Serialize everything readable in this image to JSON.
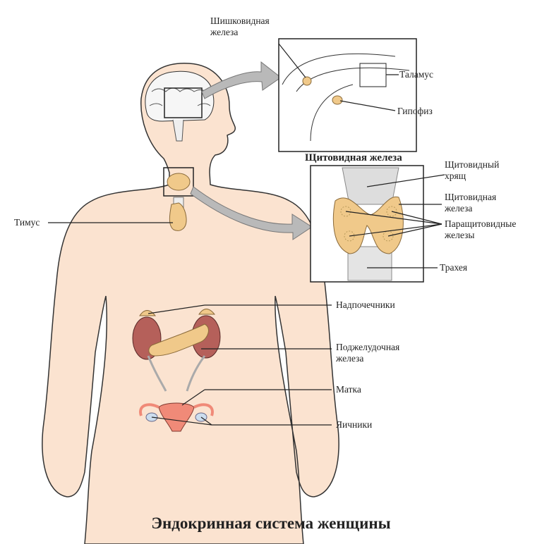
{
  "title": "Эндокринная система женщины",
  "labels": {
    "pineal": "Шишковидная железа",
    "pineal_l1": "Шишковидная",
    "pineal_l2": "железа",
    "thalamus": "Таламус",
    "pituitary": "Гипофиз",
    "thyroid_inset_title": "Щитовидная железа",
    "thyroid_cartilage_l1": "Щитовидный",
    "thyroid_cartilage_l2": "хрящ",
    "thyroid_l1": "Щитовидная",
    "thyroid_l2": "железа",
    "parathyroid_l1": "Паращитовидные",
    "parathyroid_l2": "железы",
    "trachea": "Трахея",
    "thymus": "Тимус",
    "adrenal": "Надпочечники",
    "pancreas_l1": "Поджелудочная",
    "pancreas_l2": "железа",
    "uterus": "Матка",
    "ovaries": "Яичники"
  },
  "colors": {
    "skin": "#fbe3d0",
    "gland": "#f0c98a",
    "kidney": "#b5605a",
    "arrow": "#b9b9b9",
    "ovary_tissue": "#f08a78"
  }
}
